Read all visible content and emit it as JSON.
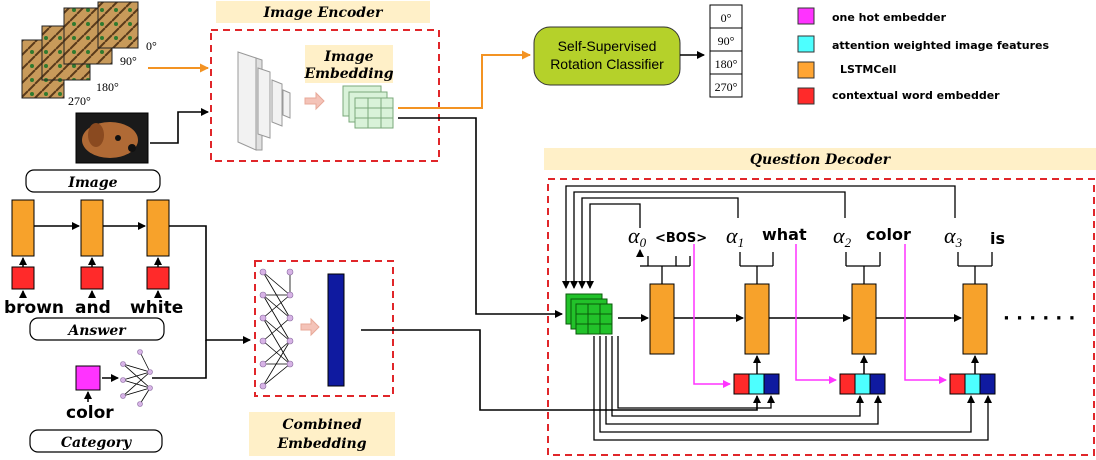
{
  "image_encoder": {
    "title": "Image Encoder",
    "embedding_label_1": "Image",
    "embedding_label_2": "Embedding"
  },
  "rotation": {
    "angles_left": [
      "0°",
      "90°",
      "180°",
      "270°"
    ],
    "classifier_line1": "Self-Supervised",
    "classifier_line2": "Rotation Classifier",
    "angles_table": [
      "0°",
      "90°",
      "180°",
      "270°"
    ]
  },
  "legend": {
    "items": [
      {
        "label": "one hot embedder",
        "color": "#ff33ff"
      },
      {
        "label": "attention weighted image features",
        "color": "#4dffff"
      },
      {
        "label": "LSTMCell",
        "color": "#ffa533"
      },
      {
        "label": "contextual word embedder",
        "color": "#ff2a2a"
      }
    ]
  },
  "inputs": {
    "image_label": "Image",
    "answer_words": [
      "brown",
      "and",
      "white"
    ],
    "answer_label": "Answer",
    "category_word": "color",
    "category_label": "Category"
  },
  "combined": {
    "label_1": "Combined",
    "label_2": "Embedding"
  },
  "decoder": {
    "title": "Question Decoder",
    "alphas": [
      "α0",
      "α1",
      "α2",
      "α3"
    ],
    "alpha_base": "α",
    "alpha_subs": [
      "0",
      "1",
      "2",
      "3"
    ],
    "tokens": [
      "<BOS>",
      "what",
      "color",
      "is"
    ],
    "ellipsis": "· · · · · ·"
  },
  "colors": {
    "orange": "#f7a22b",
    "red": "#ff2a2a",
    "magenta": "#ff33ff",
    "cyan": "#4dffff",
    "blue": "#0f1aa0",
    "green": "#22c22a",
    "dash": "#e0262a",
    "banner": "#fff0c8",
    "arrow_orange": "#f39323"
  }
}
